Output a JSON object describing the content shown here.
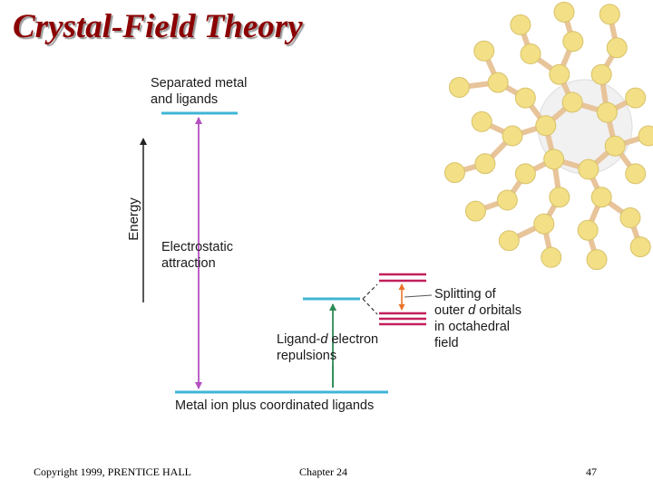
{
  "slide": {
    "title": "Crystal-Field Theory",
    "footer": {
      "copyright": "Copyright 1999, PRENTICE HALL",
      "chapter": "Chapter 24",
      "page": "47"
    }
  },
  "diagram": {
    "axis_label": "Energy",
    "levels": {
      "separated": [
        "Separated metal",
        "and ligands"
      ],
      "ground": "Metal ion plus coordinated ligands"
    },
    "arrows": {
      "attraction": [
        "Electrostatic",
        "attraction"
      ],
      "repulsion": {
        "line1_prefix": "Ligand-",
        "line1_italic": "d",
        "line1_suffix": " electron",
        "line2": "repulsions"
      }
    },
    "splitting": {
      "line1": "Splitting of",
      "line2_prefix": "outer ",
      "line2_italic": "d",
      "line2_suffix": " orbitals",
      "line3": "in octahedral",
      "line4": "field"
    }
  },
  "colors": {
    "title": "#8b0000",
    "level": "#3fb5d6",
    "d_orbital": "#c21f5b",
    "attraction_arrow": "#b550c0",
    "repulsion_arrow": "#2e8b57",
    "split_arrow": "#e8742a",
    "buckyball_atom": "#f2df86",
    "buckyball_bond": "#e8c49a"
  },
  "decor": {
    "image": "buckyball-illustration"
  }
}
